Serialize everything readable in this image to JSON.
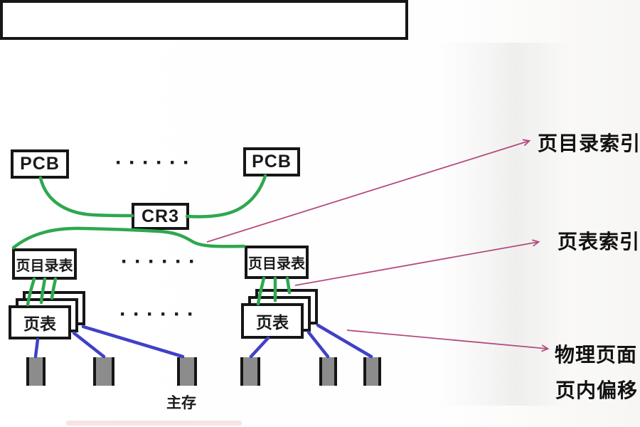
{
  "boxes": {
    "pcb_left": {
      "label": "PCB"
    },
    "pcb_right": {
      "label": "PCB"
    },
    "cr3": {
      "label": "CR3"
    },
    "page_dir_left": {
      "label": "页目录表"
    },
    "page_dir_right": {
      "label": "页目录表"
    },
    "page_table_left": {
      "label": "页表"
    },
    "page_table_right": {
      "label": "页表"
    }
  },
  "memory": {
    "label": "主存",
    "segment_count": 6
  },
  "annotations": {
    "page_dir_index": "页目录索引",
    "page_table_index": "页表索引",
    "physical_page": "物理页面",
    "page_offset": "页内偏移"
  },
  "ellipsis": {
    "top": "······",
    "middle": "······",
    "bottom": "······"
  },
  "colors": {
    "green_link": "#2ea84f",
    "blue_link": "#4040c6",
    "pink_arrow": "#b44b7e",
    "box_border": "#161616",
    "memory_segment_fill": "#8c8c8c"
  }
}
